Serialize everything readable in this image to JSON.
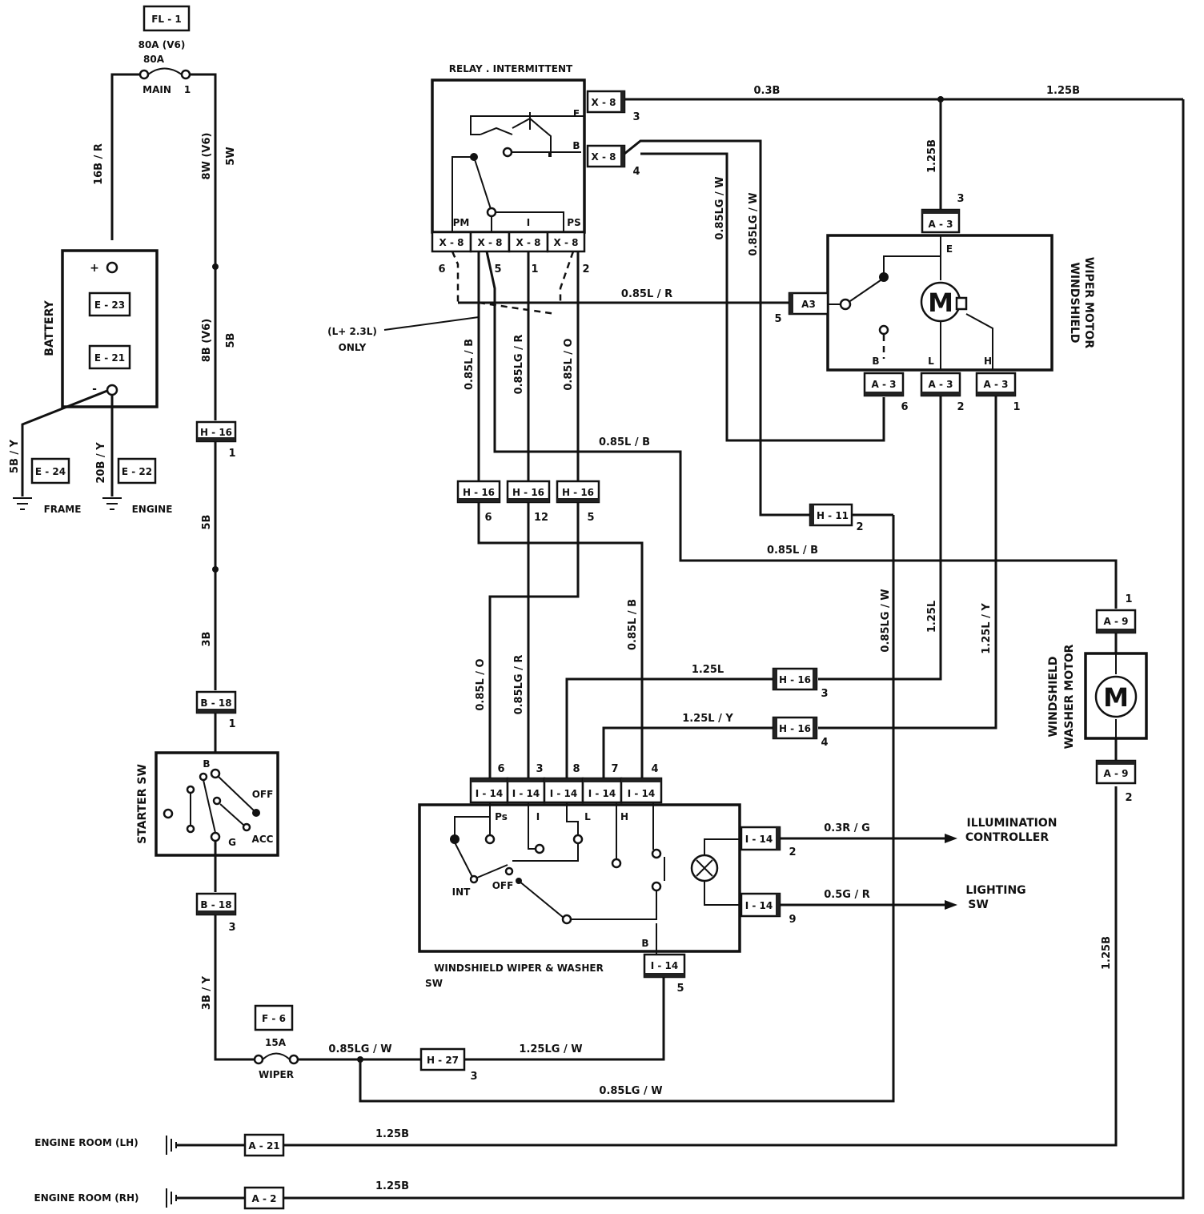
{
  "fuses": {
    "fl1": {
      "connector": "FL - 1",
      "rating_v6": "80A (V6)",
      "rating": "80A",
      "name": "MAIN",
      "pin": "1"
    },
    "f6": {
      "connector": "F - 6",
      "rating": "15A",
      "name": "WIPER"
    }
  },
  "battery": {
    "label": "BATTERY",
    "plus": "+",
    "minus": "-",
    "connectors": [
      "E - 23",
      "E - 21"
    ]
  },
  "grounds": {
    "frame": {
      "label": "FRAME",
      "connector": "E - 24",
      "wire": "5B / Y"
    },
    "engine": {
      "label": "ENGINE",
      "connector": "E - 22",
      "wire": "20B / Y"
    }
  },
  "wires": {
    "batt_main": "16B / R",
    "main_v6": "8W (V6)",
    "main_sw": "5W",
    "w8b_v6": "8B (V6)",
    "w5b": "5B",
    "w5b_lower": "5B",
    "w3b": "3B",
    "w3b_y": "3B / Y",
    "relay_e_03b": "0.3B",
    "top_125b": "1.25B",
    "motor_e_125b": "1.25B",
    "v_085lgw_1": "0.85LG / W",
    "v_085lgw_2": "0.85LG / W",
    "h_085lr": "0.85L / R",
    "v_085lb": "0.85L / B",
    "v_085lgr": "0.85LG / R",
    "v_085lo": "0.85L / O",
    "h_085lb": "0.85L / B",
    "h_085lb_2": "0.85L / B",
    "v_085lb_2": "0.85L / B",
    "v_085lo_2": "0.85L / O",
    "v_085lgr_2": "0.85LG / R",
    "v_085lgw_3": "0.85LG / W",
    "v_125l": "1.25L",
    "v_125ly": "1.25L / Y",
    "h_125l": "1.25L",
    "h_125ly": "1.25L / Y",
    "illum": "0.3R / G",
    "lighting": "0.5G / R",
    "washer_125b": "1.25B",
    "h_085lgw": "0.85LG / W",
    "h_125lgw": "1.25LG / W",
    "h_085lgw_bottom": "0.85LG / W",
    "ground_lh": "1.25B",
    "ground_rh": "1.25B"
  },
  "relay": {
    "title": "RELAY . INTERMITTENT",
    "terminals": {
      "e": "E",
      "b": "B",
      "pm": "PM",
      "i": "I",
      "ps": "PS"
    },
    "connectors": [
      "X - 8",
      "X - 8",
      "X - 8",
      "X - 8"
    ],
    "right_connectors": [
      {
        "id": "X - 8",
        "pin": "3"
      },
      {
        "id": "X - 8",
        "pin": "4"
      }
    ],
    "bottom_pins": [
      "6",
      "5",
      "1",
      "2"
    ]
  },
  "note": {
    "line1": "(L+ 2.3L)",
    "line2": "ONLY"
  },
  "wiper_motor": {
    "label_line1": "WINDSHIELD",
    "label_line2": "WIPER MOTOR",
    "symbol": "M",
    "top_connector": {
      "id": "A - 3",
      "pin": "3"
    },
    "left_connector": {
      "id": "A3",
      "pin": "5"
    },
    "terminals": {
      "e": "E",
      "b": "B",
      "l": "L",
      "h": "H"
    },
    "bottom_connectors": [
      {
        "id": "A - 3",
        "pin": "6"
      },
      {
        "id": "A - 3",
        "pin": "2"
      },
      {
        "id": "A - 3",
        "pin": "1"
      }
    ]
  },
  "h16_connectors": [
    {
      "id": "H - 16",
      "pin": "1"
    },
    {
      "id": "H - 16",
      "pin": "6"
    },
    {
      "id": "H - 16",
      "pin": "12"
    },
    {
      "id": "H - 16",
      "pin": "5"
    },
    {
      "id": "H - 16",
      "pin": "3"
    },
    {
      "id": "H - 16",
      "pin": "4"
    }
  ],
  "h11": {
    "id": "H - 11",
    "pin": "2"
  },
  "h27": {
    "id": "H - 27",
    "pin": "3"
  },
  "b18_top": {
    "id": "B - 18",
    "pin": "1"
  },
  "b18_bottom": {
    "id": "B - 18",
    "pin": "3"
  },
  "starter": {
    "label": "STARTER SW",
    "b": "B",
    "off": "OFF",
    "acc": "ACC",
    "g": "G"
  },
  "washer_motor": {
    "label_line1": "WINDSHIELD",
    "label_line2": "WASHER MOTOR",
    "symbol": "M",
    "top_connector": {
      "id": "A - 9",
      "pin": "1"
    },
    "bottom_connector": {
      "id": "A - 9",
      "pin": "2"
    }
  },
  "wiper_switch": {
    "label_line1": "WINDSHIELD WIPER & WASHER",
    "label_line2": "SW",
    "top_connectors": [
      {
        "id": "I - 14",
        "pin": "6"
      },
      {
        "id": "I - 14",
        "pin": "3"
      },
      {
        "id": "I - 14",
        "pin": "8"
      },
      {
        "id": "I - 14",
        "pin": "7"
      },
      {
        "id": "I - 14",
        "pin": "4"
      }
    ],
    "terminals": {
      "ps": "Ps",
      "i": "I",
      "l": "L",
      "h": "H",
      "b": "B",
      "int": "INT",
      "off": "OFF"
    },
    "right_connectors": [
      {
        "id": "I - 14",
        "pin": "2"
      },
      {
        "id": "I - 14",
        "pin": "9"
      }
    ],
    "bottom_connector": {
      "id": "I - 14",
      "pin": "5"
    }
  },
  "outputs": {
    "illum_line1": "ILLUMINATION",
    "illum_line2": "CONTROLLER",
    "light_line1": "LIGHTING",
    "light_line2": "SW"
  },
  "engine_room": {
    "lh": {
      "label": "ENGINE ROOM (LH)",
      "connector": "A - 21"
    },
    "rh": {
      "label": "ENGINE ROOM (RH)",
      "connector": "A - 2"
    }
  }
}
